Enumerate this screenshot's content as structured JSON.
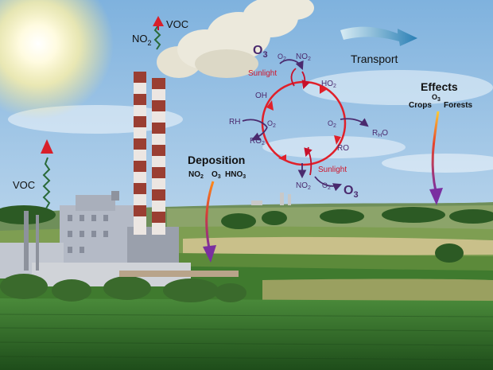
{
  "labels": {
    "voc_top": "VOC",
    "no2_top": "NO",
    "no2_top_sub": "2",
    "voc_left": "VOC",
    "o3_top": "O",
    "o3_top_sub": "3",
    "transport": "Transport",
    "effects_title": "Effects",
    "effects_o3": "O",
    "effects_o3_sub": "3",
    "effects_crops": "Crops",
    "effects_forests": "Forests",
    "deposition_title": "Deposition",
    "deposition_no2": "NO",
    "deposition_no2_sub": "2",
    "deposition_o3": "O",
    "deposition_o3_sub": "3",
    "deposition_hno3": "HNO",
    "deposition_hno3_sub": "3",
    "sunlight_top": "Sunlight",
    "sunlight_bottom": "Sunlight",
    "cycle_o2_top": "O",
    "cycle_o2_top_sub": "2",
    "cycle_no2_top": "NO",
    "cycle_no2_top_sub": "2",
    "cycle_oh": "OH",
    "cycle_ho2": "HO",
    "cycle_ho2_sub": "2",
    "cycle_rh": "RH",
    "cycle_ro2": "RO",
    "cycle_ro2_sub": "2",
    "cycle_o2_left": "O",
    "cycle_o2_left_sub": "2",
    "cycle_o2_right": "O",
    "cycle_o2_right_sub": "2",
    "cycle_rho": "R",
    "cycle_rho_sub": "H",
    "cycle_rho_end": "O",
    "cycle_ro": "RO",
    "cycle_no2_bottom": "NO",
    "cycle_no2_bottom_sub": "2",
    "cycle_o2_bottom": "O",
    "cycle_o2_bottom_sub": "2",
    "o3_bottom": "O",
    "o3_bottom_sub": "3"
  },
  "colors": {
    "cycle": "#e0202a",
    "species": "#4a2a6e",
    "sunlight_text": "#d0142a",
    "deposition_arrow": "#8a3aa8",
    "transport_arrow": "#2f8fbf",
    "voc_arrow": "#d81f2a",
    "label_dark": "#111111"
  }
}
